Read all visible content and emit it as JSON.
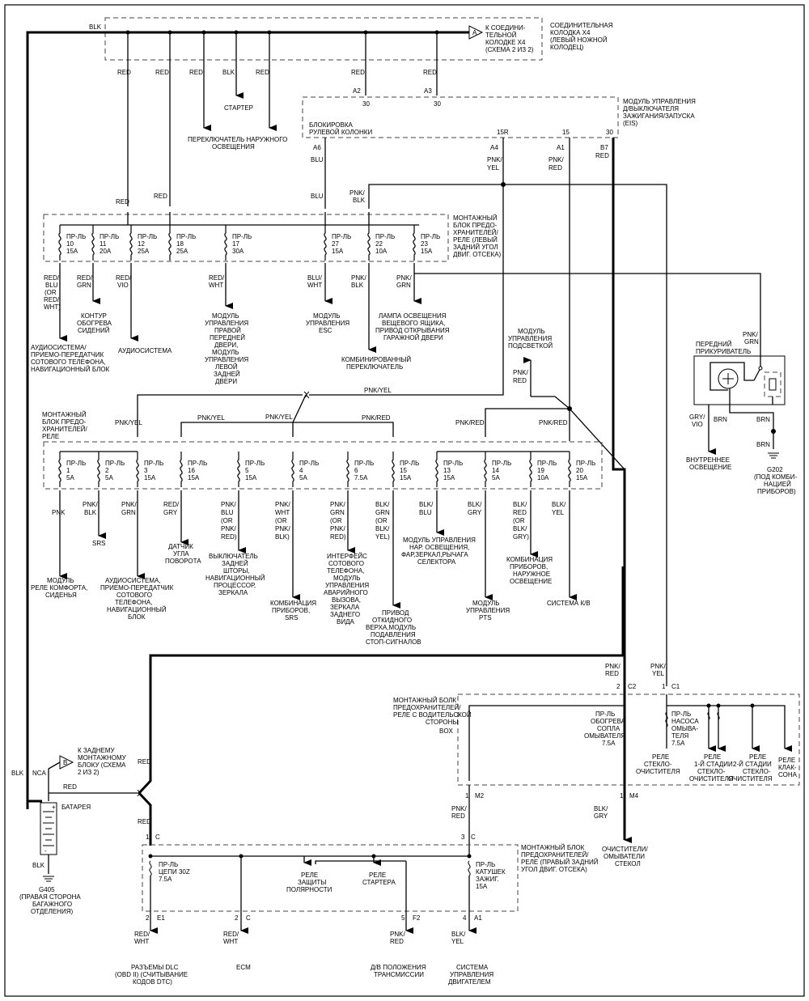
{
  "top_connector": {
    "wire_blk": "BLK",
    "label_a": "A",
    "dest_1": "К СОЕДИНИ-",
    "dest_2": "ТЕЛЬНОЙ",
    "dest_3": "КОЛОДКЕ X4",
    "dest_4": "(СХЕМА 2 ИЗ 2)",
    "name_1": "СОЕДИНИТЕЛЬНАЯ",
    "name_2": "КОЛОДКА X4",
    "name_3": "(ЛЕВЫЙ НОЖНОЙ",
    "name_4": "КОЛОДЕЦ)"
  },
  "top_feeds": {
    "red": "RED",
    "blk": "BLK",
    "starter": "СТАРТЕР",
    "light_sw_1": "ПЕРЕКЛЮЧАТЕЛЬ НАРУЖНОГО",
    "light_sw_2": "ОСВЕЩЕНИЯ"
  },
  "eis": {
    "name_1": "МОДУЛЬ УПРАВЛЕНИЯ",
    "name_2": "Д/ВЫКЛЮЧАТЕЛЯ",
    "name_3": "ЗАЖИГАНИЯ/ЗАПУСКА",
    "name_4": "(EIS)",
    "lock_1": "БЛОКИРОВКА",
    "lock_2": "РУЛЕВОЙ КОЛОНКИ",
    "a2": "A2",
    "a3": "A3",
    "t30a": "30",
    "t30b": "30",
    "p15r": "15R",
    "p15": "15",
    "p30": "30",
    "a6": "A6",
    "a4": "A4",
    "a1": "A1",
    "b7": "B7"
  },
  "wires": {
    "red": "RED",
    "blu": "BLU",
    "pnk": "PNK/",
    "yel": "YEL",
    "redw": "RED",
    "blk": "BLK",
    "grn": "GRN",
    "pnkyel": "PNK/YEL",
    "pnkred": "PNK/RED",
    "redblu": "RED/",
    "blu2": "BLU",
    "or": "(OR",
    "redsl": "RED/",
    "wht": "WHT)",
    "redgrn1": "RED/",
    "grn2": "GRN",
    "redvio1": "RED/",
    "vio": "VIO",
    "redwht1": "RED/",
    "wht2": "WHT",
    "bluwht1": "BLU/",
    "wht3": "WHT",
    "pnkblk1": "PNK/",
    "blk2": "BLK",
    "pnkgrn1": "PNK/",
    "grn3": "GRN"
  },
  "rear_box": {
    "name_1": "МОНТАЖНЫЙ",
    "name_2": "БЛОК ПРЕДО-",
    "name_3": "ХРАНИТЕЛЕЙ/",
    "name_4": "РЕЛЕ (ЛЕВЫЙ",
    "name_5": "ЗАДНИЙ УГОЛ",
    "name_6": "ДВИГ. ОТСЕКА)",
    "fuses": [
      {
        "l": "ПР-ЛЬ",
        "n": "10",
        "a": "15A"
      },
      {
        "l": "ПР-ЛЬ",
        "n": "11",
        "a": "20A"
      },
      {
        "l": "ПР-ЛЬ",
        "n": "12",
        "a": "25A"
      },
      {
        "l": "ПР-ЛЬ",
        "n": "18",
        "a": "25A"
      },
      {
        "l": "ПР-ЛЬ",
        "n": "17",
        "a": "30A"
      },
      {
        "l": "ПР-ЛЬ",
        "n": "27",
        "a": "15A"
      },
      {
        "l": "ПР-ЛЬ",
        "n": "22",
        "a": "10A"
      },
      {
        "l": "ПР-ЛЬ",
        "n": "23",
        "a": "15A"
      }
    ]
  },
  "rear_loads": {
    "audio_1": "АУДИОСИСТЕМА/",
    "audio_2": "ПРИЕМО-ПЕРЕДАТЧИК",
    "audio_3": "СОТОВОГО ТЕЛЕФОНА,",
    "audio_4": "НАВИГАЦИОННЫЙ БЛОК",
    "seat_1": "КОНТУР",
    "seat_2": "ОБОГРЕВА",
    "seat_3": "СИДЕНИЙ",
    "audiosys": "АУДИОСИСТЕМА",
    "door_1": "МОДУЛЬ",
    "door_2": "УПРАВЛЕНИЯ",
    "door_3": "ПРАВОЙ",
    "door_4": "ПЕРЕДНЕЙ",
    "door_5": "ДВЕРИ,",
    "door_6": "МОДУЛЬ",
    "door_7": "УПРАВЛЕНИЯ",
    "door_8": "ЛЕВОЙ",
    "door_9": "ЗАДНЕЙ",
    "door_10": "ДВЕРИ",
    "esc_1": "МОДУЛЬ",
    "esc_2": "УПРАВЛЕНИЯ",
    "esc_3": "ESC",
    "comb_1": "КОМБИНИРОВАННЫЙ",
    "comb_2": "ПЕРЕКЛЮЧАТЕЛЬ",
    "lamp_1": "ЛАМПА ОСВЕЩЕНИЯ",
    "lamp_2": "ВЕЩЕВОГО ЯЩИКА,",
    "lamp_3": "ПРИВОД ОТКРЫВАНИЯ",
    "lamp_4": "ГАРАЖНОЙ ДВЕРИ"
  },
  "lighter": {
    "wire_1": "PNK/",
    "wire_2": "GRN",
    "name_1": "ПЕРЕДНИЙ",
    "name_2": "ПРИКУРИВАТЕЛЬ",
    "gryvio_1": "GRY/",
    "gryvio_2": "VIO",
    "brn": "BRN",
    "inner_1": "ВНУТРЕННЕЕ",
    "inner_2": "ОСВЕЩЕНИЕ",
    "g202_1": "G202",
    "g202_2": "(ПОД КОМБИ-",
    "g202_3": "НАЦИЕЙ",
    "g202_4": "ПРИБОРОВ)"
  },
  "backlight": {
    "name_1": "МОДУЛЬ",
    "name_2": "УПРАВЛЕНИЯ",
    "name_3": "ПОДСВЕТКОЙ",
    "wire_1": "PNK/",
    "wire_2": "RED"
  },
  "front_box": {
    "name_1": "МОНТАЖНЫЙ",
    "name_2": "БЛОК ПРЕДО-",
    "name_3": "ХРАНИТЕЛЕЙ/",
    "name_4": "РЕЛЕ",
    "fuses": [
      {
        "l": "ПР-ЛЬ",
        "n": "1",
        "a": "5A"
      },
      {
        "l": "ПР-ЛЬ",
        "n": "2",
        "a": "5A"
      },
      {
        "l": "ПР-ЛЬ",
        "n": "3",
        "a": "15A"
      },
      {
        "l": "ПР-ЛЬ",
        "n": "16",
        "a": "15A"
      },
      {
        "l": "ПР-ЛЬ",
        "n": "5",
        "a": "15A"
      },
      {
        "l": "ПР-ЛЬ",
        "n": "4",
        "a": "5A"
      },
      {
        "l": "ПР-ЛЬ",
        "n": "6",
        "a": "7.5A"
      },
      {
        "l": "ПР-ЛЬ",
        "n": "15",
        "a": "15A"
      },
      {
        "l": "ПР-ЛЬ",
        "n": "13",
        "a": "15A"
      },
      {
        "l": "ПР-ЛЬ",
        "n": "14",
        "a": "5A"
      },
      {
        "l": "ПР-ЛЬ",
        "n": "19",
        "a": "10A"
      },
      {
        "l": "ПР-ЛЬ",
        "n": "20",
        "a": "15A"
      }
    ]
  },
  "front_loads": {
    "comfort_1": "МОДУЛЬ",
    "comfort_2": "РЕЛЕ КОМФОРТА,",
    "comfort_3": "СИДЕНЬЯ",
    "srs": "SRS",
    "audio_1": "АУДИОСИСТЕМА,",
    "audio_2": "ПРИЕМО-ПЕРЕДАТЧИК",
    "audio_3": "СОТОВОГО",
    "audio_4": "ТЕЛЕФОНА,",
    "audio_5": "НАВИГАЦИОННЫЙ",
    "audio_6": "БЛОК",
    "angle_1": "ДАТЧИК",
    "angle_2": "УГЛА",
    "angle_3": "ПОВОРОТА",
    "blind_1": "ВЫКЛЮЧАТЕЛЬ",
    "blind_2": "ЗАДНЕЙ",
    "blind_3": "ШТОРЫ,",
    "blind_4": "НАВИГАЦИОННЫЙ",
    "blind_5": "ПРОЦЕССОР,",
    "blind_6": "ЗЕРКАЛА",
    "ic_1": "КОМБИНАЦИЯ",
    "ic_2": "ПРИБОРОВ,",
    "ic_3": "SRS",
    "phone_1": "ИНТЕРФЕЙС",
    "phone_2": "СОТОВОГО",
    "phone_3": "ТЕЛЕФОНА,",
    "phone_4": "МОДУЛЬ",
    "phone_5": "УПРАВЛЕНИЯ",
    "phone_6": "АВАРИЙНОГО",
    "phone_7": "ВЫЗОВА,",
    "phone_8": "ЗЕРКАЛА",
    "phone_9": "ЗАДНЕГО",
    "phone_10": "ВИДА",
    "top_1": "ПРИВОД",
    "top_2": "ОТКИДНОГО",
    "top_3": "ВЕРХА,МОДУЛЬ",
    "top_4": "ПОДАВЛЕНИЯ",
    "top_5": "СТОП-СИГНАЛОВ",
    "ext_1": "МОДУЛЬ УПРАВЛЕНИЯ",
    "ext_2": "НАР. ОСВЕЩЕНИЯ,",
    "ext_3": "ФАР,ЗЕРКАЛ,РЫЧАГА",
    "ext_4": "СЕЛЕКТОРА",
    "pts_1": "МОДУЛЬ",
    "pts_2": "УПРАВЛЕНИЯ",
    "pts_3": "PTS",
    "ic2_1": "КОМБИНАЦИЯ",
    "ic2_2": "ПРИБОРОВ,",
    "ic2_3": "НАРУЖНОЕ",
    "ic2_4": "ОСВЕЩЕНИЕ",
    "ac": "СИСТЕМА К/В"
  },
  "front_wires": {
    "pnk": "PNK",
    "pnkblk_1": "PNK/",
    "pnkblk_2": "BLK",
    "pnkgrn_1": "PNK/",
    "pnkgrn_2": "GRN",
    "redgry_1": "RED/",
    "redgry_2": "GRY",
    "f5_1": "PNK/",
    "f5_2": "BLU",
    "f5_3": "(OR",
    "f5_4": "PNK/",
    "f5_5": "RED)",
    "f4_1": "PNK/",
    "f4_2": "WHT",
    "f4_3": "(OR",
    "f4_4": "PNK/",
    "f4_5": "BLK)",
    "f6_1": "PNK/",
    "f6_2": "GRN",
    "f6_3": "(OR",
    "f6_4": "PNK/",
    "f6_5": "RED)",
    "f15_1": "BLK/",
    "f15_2": "GRN",
    "f15_3": "(OR",
    "f15_4": "BLK/",
    "f15_5": "YEL)",
    "f13_1": "BLK/",
    "f13_2": "BLU",
    "f14_1": "BLK/",
    "f14_2": "GRY",
    "f19_1": "BLK/",
    "f19_2": "RED",
    "f19_3": "(OR",
    "f19_4": "BLK/",
    "f19_5": "GRY)",
    "f20_1": "BLK/",
    "f20_2": "YEL"
  },
  "driver_box": {
    "c2w_1": "PNK/",
    "c2w_2": "RED",
    "c1w_1": "PNK/",
    "c1w_2": "YEL",
    "c2": "C2",
    "c1": "C1",
    "n2": "2",
    "n1": "1",
    "name_1": "МОНТАЖНЫЙ БОЛК",
    "name_2": "ПРЕДОХРАНИТЕЛЕЙ/",
    "name_3": "РЕЛЕ С ВОДИТЕЛЬСКОЙ",
    "name_4": "СТОРОНЫ",
    "box": "BOX",
    "fA_1": "ПР-ЛЬ",
    "fA_2": "ОБОГРЕВА",
    "fA_3": "СОПЛА",
    "fA_4": "ОМЫВАТЕЛЯ",
    "fA_5": "7.5A",
    "fB_1": "ПР-ЛЬ",
    "fB_2": "НАСОСА",
    "fB_3": "ОМЫВА-",
    "fB_4": "ТЕЛЯ",
    "fB_5": "7.5A",
    "r1_1": "РЕЛЕ",
    "r1_2": "СТЕКЛО-",
    "r1_3": "ОЧИСТИТЕЛЯ",
    "r2_1": "РЕЛЕ",
    "r2_2": "1-Й СТАДИИ",
    "r2_3": "СТЕКЛО-",
    "r2_4": "ОЧИСТИТЕЛЯ",
    "r3_1": "РЕЛЕ",
    "r3_2": "2-Й СТАДИИ",
    "r3_3": "СТЕКЛО-",
    "r3_4": "ОЧИСТИТЕЛЯ",
    "r4_1": "РЕЛЕ",
    "r4_2": "КЛАК-",
    "r4_3": "СОНА",
    "m2": "M2",
    "m4": "M4",
    "m2n": "1",
    "m4n": "1",
    "w1_1": "PNK/",
    "w1_2": "RED",
    "w2_1": "BLK/",
    "w2_2": "GRY",
    "wipers_1": "ОЧИСТИТЕЛИ/",
    "wipers_2": "ОМЫВАТЕЛИ",
    "wipers_3": "СТЕКОЛ"
  },
  "battery": {
    "blk": "BLK",
    "nca": "NCA",
    "red": "RED",
    "red2": "RED",
    "red3": "RED",
    "label_b": "B",
    "rear_1": "К ЗАДНЕМУ",
    "rear_2": "МОНТАЖНОМУ",
    "rear_3": "БЛОКУ (СХЕМА",
    "rear_4": "2 ИЗ 2)",
    "name": "БАТАРЕЯ",
    "plus": "+",
    "minus": "-",
    "blk2": "BLK",
    "g405_1": "G405",
    "g405_2": "(ПРАВАЯ СТОРОНА",
    "g405_3": "БАГАЖНОГО",
    "g405_4": "ОТДЕЛЕНИЯ)"
  },
  "engine_box": {
    "c1n": "1",
    "c1": "C",
    "c3n": "3",
    "c3": "C",
    "name_1": "МОНТАЖНЫЙ БЛОК",
    "name_2": "ПРЕДОХРАНИТЕЛЕЙ/",
    "name_3": "РЕЛЕ (ПРАВЫЙ ЗАДНИЙ",
    "name_4": "УГОЛ ДВИГ. ОТСЕКА)",
    "fA_1": "ПР-ЛЬ",
    "fA_2": "ЦЕПИ 30Z",
    "fA_3": "7.5A",
    "relay1_1": "РЕЛЕ",
    "relay1_2": "ЗАЩИТЫ",
    "relay1_3": "ПОЛЯРНОСТИ",
    "relay2_1": "РЕЛЕ",
    "relay2_2": "СТАРТЕРА",
    "fB_1": "ПР-ЛЬ",
    "fB_2": "КАТУШЕК",
    "fB_3": "ЗАЖИГ.",
    "fB_4": "15A",
    "w3_1": "PNK/",
    "w3_2": "RED",
    "o1n": "2",
    "o1": "E1",
    "o2n": "2",
    "o2": "C",
    "o3n": "5",
    "o3": "F2",
    "o4n": "4",
    "o4": "A1",
    "ow1_1": "RED/",
    "ow1_2": "WHT",
    "ow2_1": "RED/",
    "ow2_2": "WHT",
    "ow3_1": "PNK/",
    "ow3_2": "RED",
    "ow4_1": "BLK/",
    "ow4_2": "YEL",
    "dlc_1": "РАЗЪЕМЫ DLC",
    "dlc_2": "(OBD II) (СЧИТЫВАНИЕ",
    "dlc_3": "КОДОВ DTC)",
    "ecm": "ECM",
    "trans_1": "Д/В ПОЛОЖЕНИЯ",
    "trans_2": "ТРАНСМИССИИ",
    "eng_1": "СИСТЕМА",
    "eng_2": "УПРАВЛЕНИЯ",
    "eng_3": "ДВИГАТЕЛЕМ"
  }
}
